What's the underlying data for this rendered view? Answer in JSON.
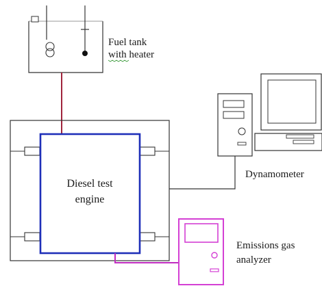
{
  "labels": {
    "fuel_tank_line1": "Fuel tank",
    "fuel_tank_line2": "with heater",
    "engine_line1": "Diesel test",
    "engine_line2": "engine",
    "dynamometer": "Dynamometer",
    "emissions_line1": "Emissions gas",
    "emissions_line2": "analyzer"
  },
  "colors": {
    "engine_border": "#1e2fb8",
    "fuel_line": "#a0243c",
    "analyzer": "#d43fd4",
    "analyzer_line": "#c02cc0",
    "outline": "#333333",
    "spellcheck_underline": "#3a9a3a"
  },
  "icons": {
    "fuel_tank": "tank-with-heater-icon",
    "computer": "desktop-computer-icon",
    "analyzer": "gas-analyzer-icon"
  }
}
